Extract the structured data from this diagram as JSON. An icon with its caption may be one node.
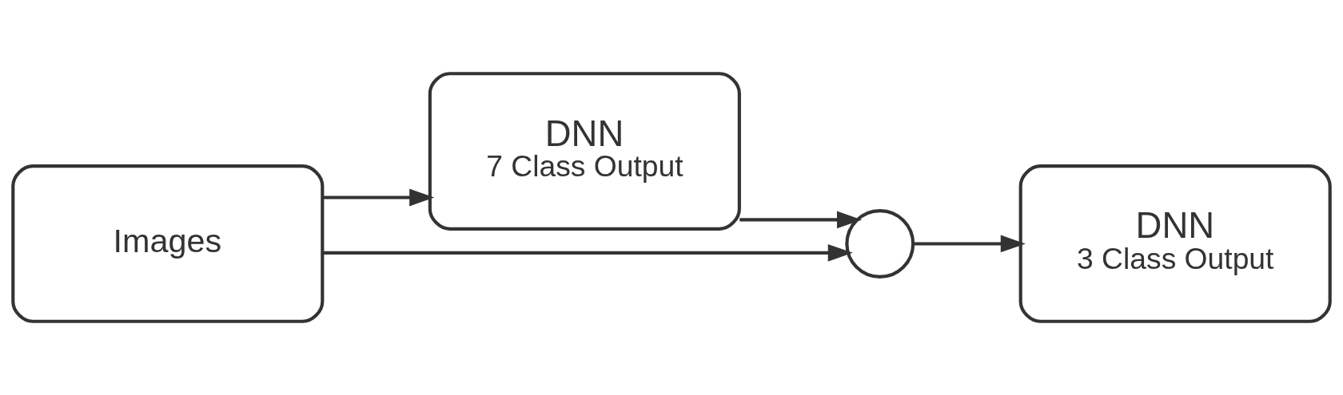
{
  "diagram": {
    "nodes": [
      {
        "text": [
          "Images"
        ]
      },
      {
        "text": [
          "DNN",
          "7 Class Output"
        ]
      },
      {
        "text": [],
        "shape": "circle"
      },
      {
        "text": [
          "DNN",
          "3 Class Output"
        ]
      }
    ],
    "edges": [
      {
        "from": 0,
        "to": 1,
        "arrow": "to"
      },
      {
        "from": 1,
        "to": 2,
        "arrow": "to"
      },
      {
        "from": 0,
        "to": 2,
        "arrow": "to"
      },
      {
        "from": 2,
        "to": 3,
        "arrow": "to"
      }
    ]
  }
}
